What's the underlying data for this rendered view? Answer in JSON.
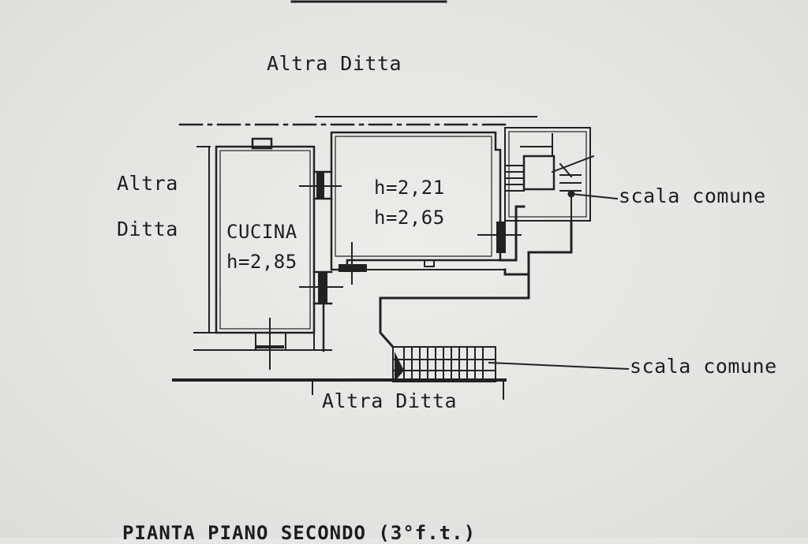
{
  "labels": {
    "top_neighbor": "Altra Ditta",
    "left_neighbor_line1": "Altra",
    "left_neighbor_line2": "Ditta",
    "bottom_neighbor": "Altra Ditta",
    "kitchen_name": "CUCINA",
    "kitchen_height": "h=2,85",
    "room_height_1": "h=2,21",
    "room_height_2": "h=2,65",
    "stair_top": "scala comune",
    "stair_bottom": "scala comune",
    "plan_title": "PIANTA PIANO SECONDO (3°f.t.)"
  }
}
